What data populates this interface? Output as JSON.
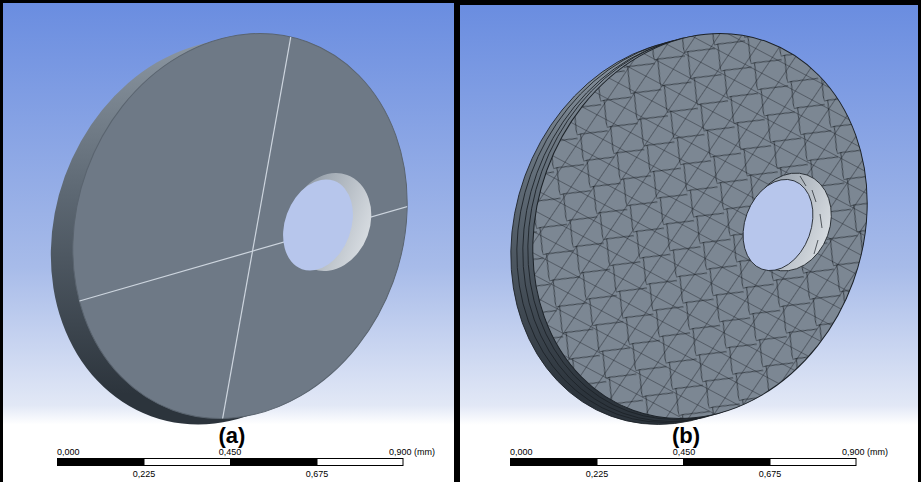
{
  "diagram": {
    "labels": [
      "(a)",
      "0,000",
      "0,450",
      "0,900 (mm)",
      "0,225",
      "0,675",
      "(b)",
      "0,000",
      "0,450",
      "0,900 (mm)",
      "0,225",
      "0,675"
    ]
  }
}
